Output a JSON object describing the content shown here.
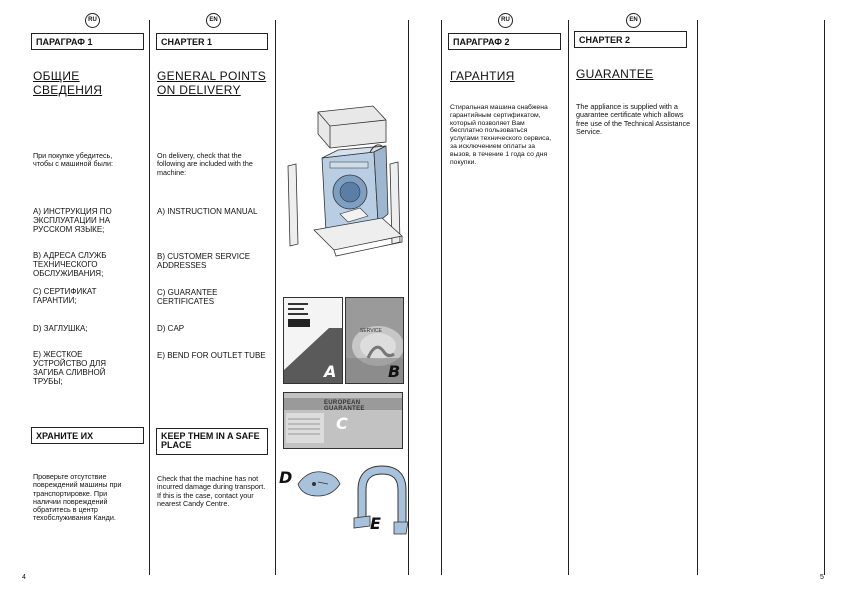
{
  "col1": {
    "lang": "RU",
    "chapter": "ПАРАГРАФ 1",
    "heading": [
      "ОБЩИЕ",
      "СВЕДЕНИЯ"
    ],
    "intro": "При покупке убедитесь, чтобы с машиной были:",
    "items": [
      "A) ИНСТРУКЦИЯ ПО ЭКСПЛУАТАЦИИ НА РУССКОМ ЯЗЫКЕ;",
      "B) АДРЕСА СЛУЖБ ТЕХНИЧЕСКОГО ОБСЛУЖИВАНИЯ;",
      "C) СЕРТИФИКАТ ГАРАНТИИ;",
      "D) ЗАГЛУШКА;",
      "E) ЖЕСТКОЕ УСТРОЙСТВО ДЛЯ ЗАГИБА СЛИВНОЙ ТРУБЫ;"
    ],
    "keep_title": "ХРАНИТЕ ИХ",
    "check_text": "Проверьте отсутствие повреждений машины при транспортировке. При наличии повреждений обратитесь в центр техобслуживания Канди."
  },
  "col2": {
    "lang": "EN",
    "chapter": "CHAPTER 1",
    "heading": [
      "GENERAL POINTS",
      "ON DELIVERY"
    ],
    "intro": "On delivery, check that the following are included with the machine:",
    "items": [
      "A) INSTRUCTION MANUAL",
      "B) CUSTOMER SERVICE ADDRESSES",
      "C) GUARANTEE CERTIFICATES",
      "D) CAP",
      "E) BEND FOR OUTLET TUBE"
    ],
    "keep_title": "KEEP THEM IN A SAFE PLACE",
    "check_text": "Check that the machine has not incurred damage during transport. If this is the case, contact your nearest Candy Centre."
  },
  "figures": {
    "labels": [
      "A",
      "B",
      "C",
      "D",
      "E"
    ],
    "service_text": "SERVICE",
    "guarantee_text": "EUROPEAN GUARANTEE"
  },
  "col3": {
    "lang": "RU",
    "chapter": "ПАРАГРАФ 2",
    "heading": "ГАРАНТИЯ",
    "text": "Стиральная машина снабжена гарантийным сертификатом, который позволяет Вам бесплатно пользоваться услугами технического сервиса, за исключением оплаты за вызов, в течение 1 года со дня покупки."
  },
  "col4": {
    "lang": "EN",
    "chapter": "CHAPTER 2",
    "heading": "GUARANTEE",
    "text": "The appliance is supplied with a guarantee certificate which allows free use of the Technical Assistance Service."
  },
  "page_numbers": {
    "left": "4",
    "right": "5"
  }
}
